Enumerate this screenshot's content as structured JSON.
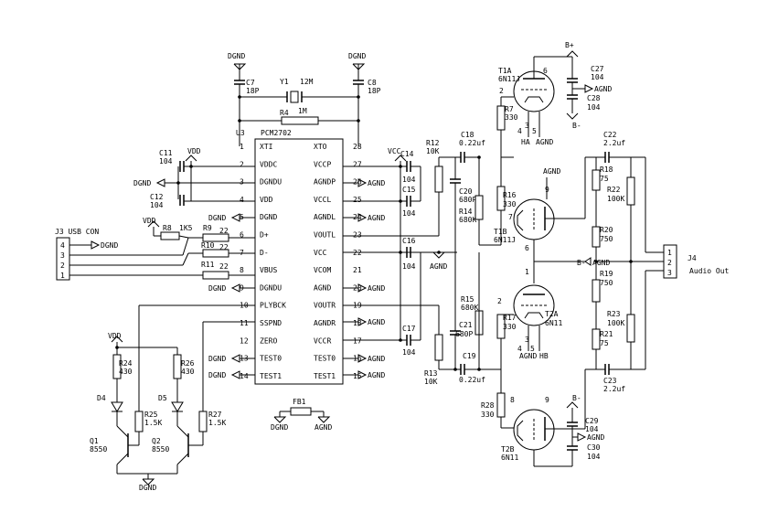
{
  "power": {
    "dgnd": "DGND",
    "agnd": "AGND",
    "vdd": "VDD",
    "vcc": "VCC",
    "bplus": "B+",
    "bminus": "B-"
  },
  "u3": {
    "ref": "U3",
    "part": "PCM2702",
    "left_pins": [
      {
        "num": "1",
        "name": "XTI"
      },
      {
        "num": "2",
        "name": "VDDC"
      },
      {
        "num": "3",
        "name": "DGNDU"
      },
      {
        "num": "4",
        "name": "VDD"
      },
      {
        "num": "5",
        "name": "DGND"
      },
      {
        "num": "6",
        "name": "D+"
      },
      {
        "num": "7",
        "name": "D-"
      },
      {
        "num": "8",
        "name": "VBUS"
      },
      {
        "num": "9",
        "name": "DGNDU"
      },
      {
        "num": "10",
        "name": "PLYBCK"
      },
      {
        "num": "11",
        "name": "SSPND"
      },
      {
        "num": "12",
        "name": "ZERO"
      },
      {
        "num": "13",
        "name": "TEST0"
      },
      {
        "num": "14",
        "name": "TEST1"
      }
    ],
    "right_pins": [
      {
        "num": "28",
        "name": "XTO"
      },
      {
        "num": "27",
        "name": "VCCP"
      },
      {
        "num": "26",
        "name": "AGNDP"
      },
      {
        "num": "25",
        "name": "VCCL"
      },
      {
        "num": "24",
        "name": "AGNDL"
      },
      {
        "num": "23",
        "name": "VOUTL"
      },
      {
        "num": "22",
        "name": "VCC"
      },
      {
        "num": "21",
        "name": "VCOM"
      },
      {
        "num": "20",
        "name": "AGND"
      },
      {
        "num": "19",
        "name": "VOUTR"
      },
      {
        "num": "18",
        "name": "AGNDR"
      },
      {
        "num": "17",
        "name": "VCCR"
      },
      {
        "num": "16",
        "name": "TEST0"
      },
      {
        "num": "15",
        "name": "TEST1"
      }
    ]
  },
  "crystal": {
    "ref": "Y1",
    "value": "12M"
  },
  "c7": {
    "ref": "C7",
    "value": "18P"
  },
  "c8": {
    "ref": "C8",
    "value": "18P"
  },
  "r4": {
    "ref": "R4",
    "value": "1M"
  },
  "c11": {
    "ref": "C11",
    "value": "104"
  },
  "c12": {
    "ref": "C12",
    "value": "104"
  },
  "c14": {
    "ref": "C14",
    "value": "104"
  },
  "c15": {
    "ref": "C15",
    "value": "104"
  },
  "c16": {
    "ref": "C16",
    "value": "104"
  },
  "c17": {
    "ref": "C17",
    "value": "104"
  },
  "r8": {
    "ref": "R8",
    "value": "1K5"
  },
  "r9": {
    "ref": "R9",
    "value": "22"
  },
  "r10": {
    "ref": "R10",
    "value": "22"
  },
  "r11": {
    "ref": "R11",
    "value": "22"
  },
  "j3": {
    "ref": "J3 USB CON",
    "pins": [
      "4",
      "3",
      "2",
      "1"
    ]
  },
  "r24": {
    "ref": "R24",
    "value": "430"
  },
  "r26": {
    "ref": "R26",
    "value": "430"
  },
  "r25": {
    "ref": "R25",
    "value": "1.5K"
  },
  "r27": {
    "ref": "R27",
    "value": "1.5K"
  },
  "d4": {
    "ref": "D4"
  },
  "d5": {
    "ref": "D5"
  },
  "q1": {
    "ref": "Q1",
    "value": "8550"
  },
  "q2": {
    "ref": "Q2",
    "value": "8550"
  },
  "fb1": {
    "ref": "FB1"
  },
  "r12": {
    "ref": "R12",
    "value": "10K"
  },
  "r13": {
    "ref": "R13",
    "value": "10K"
  },
  "c18": {
    "ref": "C18",
    "value": "0.22uf"
  },
  "c19": {
    "ref": "C19",
    "value": "0.22uf"
  },
  "c20": {
    "ref": "C20",
    "value": "680P"
  },
  "c21": {
    "ref": "C21",
    "value": "680P"
  },
  "r14": {
    "ref": "R14",
    "value": "680K"
  },
  "r15": {
    "ref": "R15",
    "value": "680K"
  },
  "r7": {
    "ref": "R7",
    "value": "330"
  },
  "r16": {
    "ref": "R16",
    "value": "330"
  },
  "r17": {
    "ref": "R17",
    "value": "330"
  },
  "r28": {
    "ref": "R28",
    "value": "330"
  },
  "t1a": {
    "ref": "T1A",
    "value": "6N11J"
  },
  "t1b": {
    "ref": "T1B",
    "value": "6N11J"
  },
  "t2a": {
    "ref": "T2A",
    "value": "6N11"
  },
  "t2b": {
    "ref": "T2B",
    "value": "6N11"
  },
  "ha": "HA",
  "hb": "HB",
  "c27": {
    "ref": "C27",
    "value": "104"
  },
  "c28": {
    "ref": "C28",
    "value": "104"
  },
  "c29": {
    "ref": "C29",
    "value": "104"
  },
  "c30": {
    "ref": "C30",
    "value": "104"
  },
  "c22": {
    "ref": "C22",
    "value": "2.2uf"
  },
  "c23": {
    "ref": "C23",
    "value": "2.2uf"
  },
  "r18": {
    "ref": "R18",
    "value": "75"
  },
  "r21": {
    "ref": "R21",
    "value": "75"
  },
  "r22": {
    "ref": "R22",
    "value": "100K"
  },
  "r23": {
    "ref": "R23",
    "value": "100K"
  },
  "r20": {
    "ref": "R20",
    "value": "750"
  },
  "r19": {
    "ref": "R19",
    "value": "750"
  },
  "j4": {
    "ref": "J4",
    "label": "Audio Out",
    "pins": [
      "1",
      "2",
      "3"
    ]
  },
  "tube_pins": {
    "p1": "1",
    "p2": "2",
    "p3": "3",
    "p4": "4",
    "p5": "5",
    "p6": "6",
    "p7": "7",
    "p8": "8",
    "p9": "9"
  }
}
